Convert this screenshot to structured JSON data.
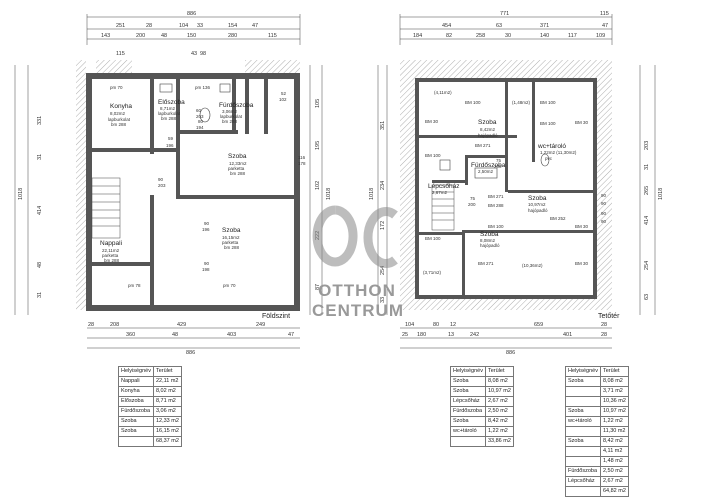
{
  "ground_floor": {
    "label": "Földszint",
    "top_total": "886",
    "top_dims_1": [
      "251",
      "28",
      "104",
      "33",
      "154",
      "47"
    ],
    "top_dims_2": [
      "143",
      "200",
      "48",
      "150",
      "280",
      "115"
    ],
    "top_small": [
      "43",
      "98",
      "115"
    ],
    "bottom_dims_1": [
      "28",
      "208",
      "429",
      "249"
    ],
    "bottom_dims_2": [
      "360",
      "48",
      "403",
      "47"
    ],
    "bottom_total": "886",
    "left_dims": [
      "331",
      "31",
      "414",
      "48",
      "31"
    ],
    "left_total": "1018",
    "right_dims": [
      "105",
      "195",
      "102",
      "222",
      "87"
    ],
    "right_total": "1018",
    "rooms": [
      {
        "name": "Konyha",
        "area": "8,02m2",
        "floor": "lapburkolat",
        "height": "bm 288"
      },
      {
        "name": "Előszoba",
        "area": "8,71m2",
        "floor": "lapburkolat",
        "height": "bm 288"
      },
      {
        "name": "Fürdőszoba",
        "area": "3,06m2",
        "floor": "lapburkolat",
        "height": "bm 288"
      },
      {
        "name": "Szoba",
        "area": "12,33m2",
        "floor": "parketta",
        "height": "bm 288"
      },
      {
        "name": "Nappali",
        "area": "22,11m2",
        "floor": "parketta",
        "height": "bm 288"
      },
      {
        "name": "Szoba",
        "area": "16,15m2",
        "floor": "parketta",
        "height": "bm 288"
      }
    ],
    "openings": [
      "pm 70",
      "pm 136",
      "pm 78",
      "pm 70",
      "90",
      "196",
      "90",
      "198",
      "59",
      "196",
      "60",
      "203",
      "80",
      "194",
      "52",
      "102",
      "116",
      "178",
      "90",
      "203"
    ]
  },
  "attic_floor": {
    "label": "Tetőtér",
    "top_total": "771",
    "top_right": "115",
    "top_dims_1": [
      "454",
      "63",
      "371",
      "47"
    ],
    "top_dims_2": [
      "184",
      "82",
      "258",
      "30",
      "140",
      "117",
      "109"
    ],
    "bottom_dims_1": [
      "104",
      "80",
      "12",
      "659",
      "28"
    ],
    "bottom_dims_2": [
      "25",
      "180",
      "13",
      "242",
      "401",
      "28"
    ],
    "bottom_total": "886",
    "left_dims": [
      "351",
      "234",
      "172",
      "254",
      "33"
    ],
    "left_total": "1018",
    "right_dims": [
      "203",
      "31",
      "265",
      "414",
      "254",
      "63"
    ],
    "right_total": "1018",
    "rooms": [
      {
        "name": "",
        "area": "(4,11m2)",
        "floor": "",
        "height": ""
      },
      {
        "name": "",
        "area": "(1,48m2)",
        "floor": "",
        "height": ""
      },
      {
        "name": "Szoba",
        "area": "8,42m2",
        "floor": "hajópadló",
        "height": ""
      },
      {
        "name": "wc+tároló",
        "area": "1,22m2 (11,30m2)",
        "floor": "pvc",
        "height": ""
      },
      {
        "name": "Fürdőszoba",
        "area": "2,50m2",
        "floor": "",
        "height": ""
      },
      {
        "name": "Lépcsőház",
        "area": "2,67m2",
        "floor": "",
        "height": ""
      },
      {
        "name": "Szoba",
        "area": "10,97m2",
        "floor": "hajópadló",
        "height": ""
      },
      {
        "name": "Szoba",
        "area": "8,08m2",
        "floor": "hajópadló",
        "height": ""
      },
      {
        "name": "",
        "area": "(3,71m2)",
        "floor": "",
        "height": ""
      },
      {
        "name": "",
        "area": "(10,36m2)",
        "floor": "",
        "height": ""
      }
    ],
    "openings": [
      "BM 30",
      "BM 100",
      "BM 100",
      "BM 271",
      "BM 100",
      "BM 30",
      "BM 100",
      "BM 271",
      "BM 288",
      "BM 252",
      "BM 100",
      "BM 30",
      "BM 100",
      "BM 271",
      "BM 30",
      "75",
      "200",
      "75",
      "200",
      "90",
      "90",
      "90",
      "90"
    ]
  },
  "watermark": {
    "line1": "OTTHON",
    "line2": "CENTRUM"
  },
  "tables": {
    "header": [
      "Helyiségnév",
      "Terület"
    ],
    "ground": {
      "rows": [
        [
          "Nappali",
          "22,11 m2"
        ],
        [
          "Konyha",
          "8,02 m2"
        ],
        [
          "Előszoba",
          "8,71 m2"
        ],
        [
          "Fürdőszoba",
          "3,06 m2"
        ],
        [
          "Szoba",
          "12,33 m2"
        ],
        [
          "Szoba",
          "16,15 m2"
        ]
      ],
      "total": "68,37 m2"
    },
    "attic": {
      "rows": [
        [
          "Szoba",
          "8,08 m2"
        ],
        [
          "Szoba",
          "10,97 m2"
        ],
        [
          "Lépcsőház",
          "2,67 m2"
        ],
        [
          "Fürdőszoba",
          "2,50 m2"
        ],
        [
          "Szoba",
          "8,42 m2"
        ],
        [
          "wc+tároló",
          "1,22 m2"
        ]
      ],
      "total": "33,86 m2"
    },
    "attic_full": {
      "rows": [
        [
          "Szoba",
          "8,08 m2"
        ],
        [
          "",
          "3,71 m2"
        ],
        [
          "",
          "10,36 m2"
        ],
        [
          "Szoba",
          "10,97 m2"
        ],
        [
          "wc+tároló",
          "1,22 m2"
        ],
        [
          "",
          "11,30 m2"
        ],
        [
          "Szoba",
          "8,42 m2"
        ],
        [
          "",
          "4,11 m2"
        ],
        [
          "",
          "1,48 m2"
        ],
        [
          "Fürdőszoba",
          "2,50 m2"
        ],
        [
          "Lépcsőház",
          "2,67 m2"
        ]
      ],
      "total": "64,82 m2"
    }
  }
}
